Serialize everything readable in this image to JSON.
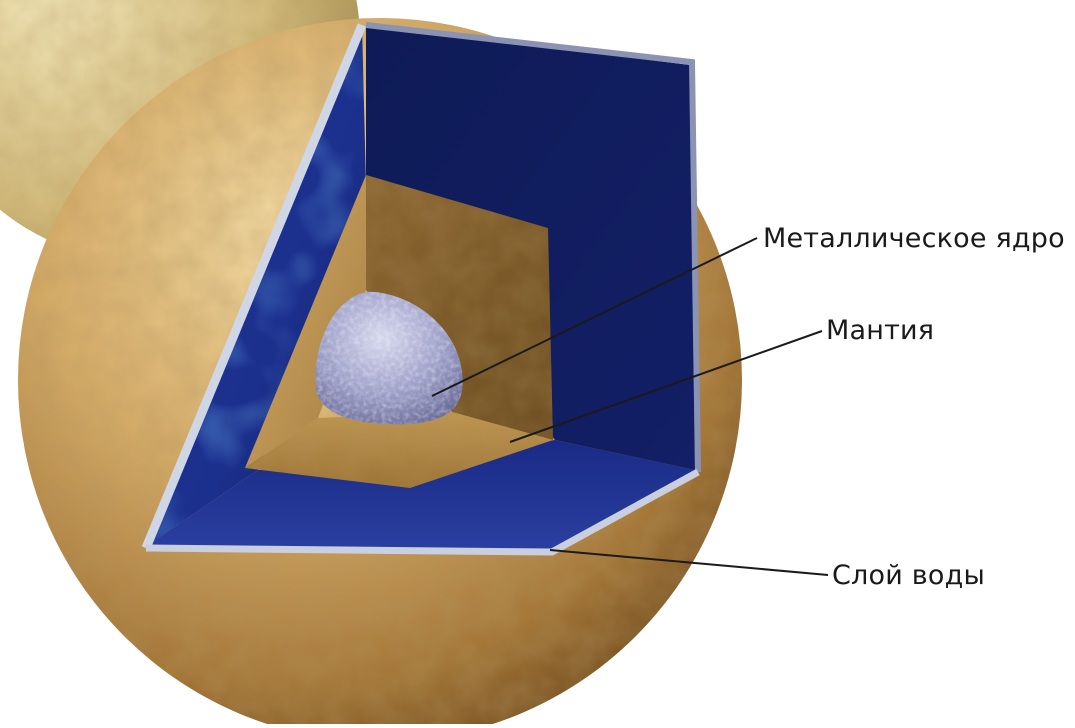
{
  "diagram": {
    "labels": {
      "core": "Металлическое ядро",
      "mantle": "Мантия",
      "water": "Слой воды"
    },
    "colors": {
      "crust_light": "#e8c98a",
      "crust_mid": "#c69a55",
      "crust_dark": "#7a5424",
      "water_light": "#2e4bb3",
      "water_dark": "#0d1b5c",
      "mantle": "#b08a4a",
      "core": "#9d9fc6",
      "background_moon": "#d9c58e"
    }
  }
}
